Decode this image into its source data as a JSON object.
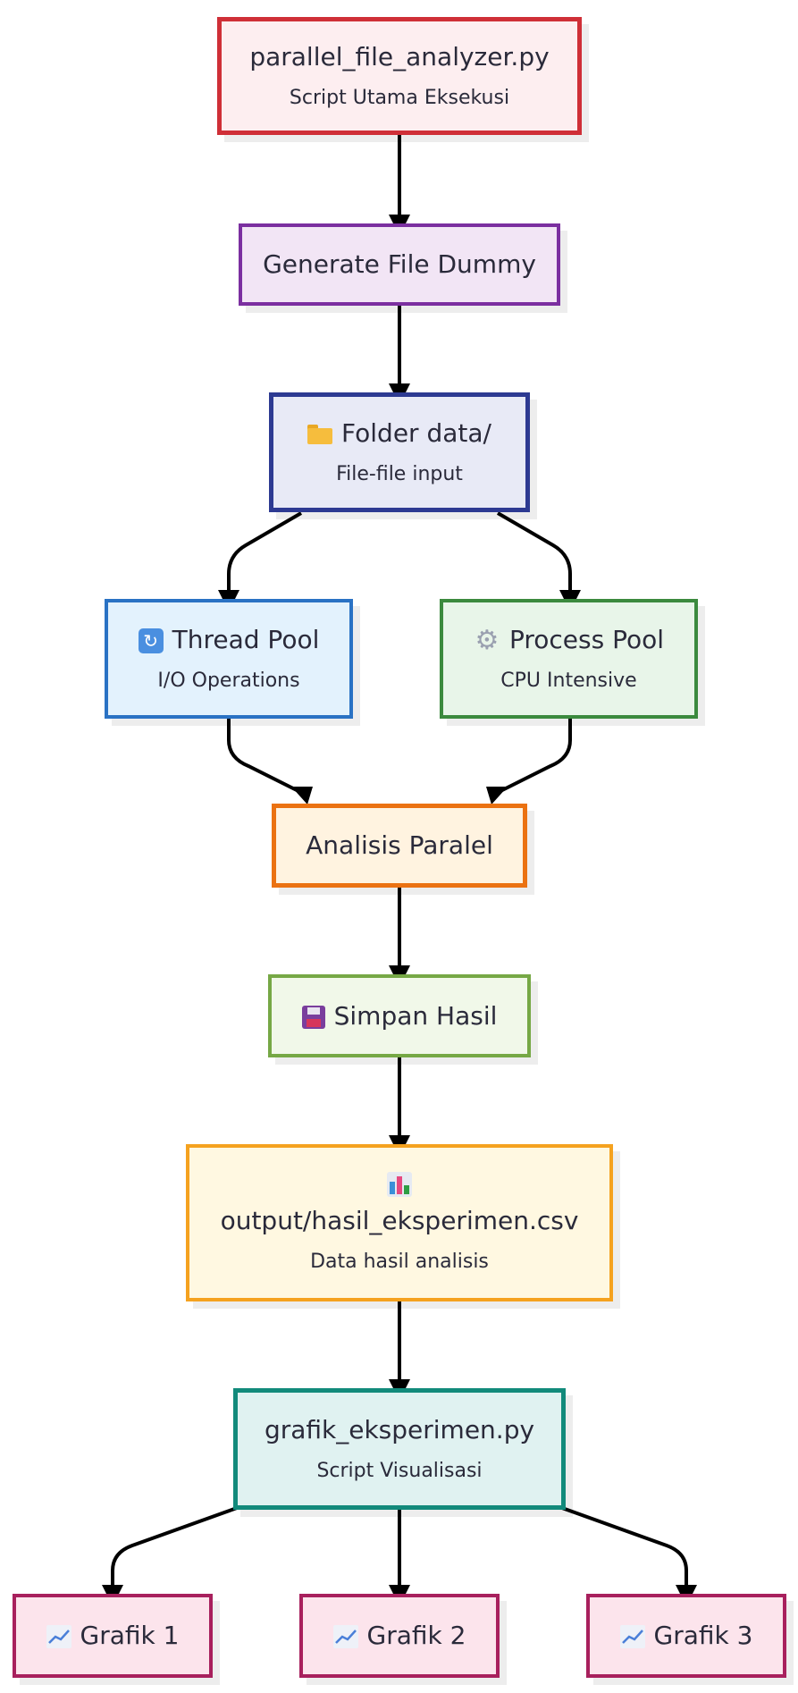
{
  "nodes": {
    "main_script": {
      "title": "parallel_file_analyzer.py",
      "sub": "Script Utama Eksekusi"
    },
    "generate": {
      "title": "Generate File Dummy"
    },
    "folder": {
      "title": "Folder data/",
      "sub": "File-file input",
      "icon": "folder-icon"
    },
    "thread_pool": {
      "title": "Thread Pool",
      "sub": "I/O Operations",
      "icon": "refresh-icon"
    },
    "process_pool": {
      "title": "Process Pool",
      "sub": "CPU Intensive",
      "icon": "gear-icon"
    },
    "analisis": {
      "title": "Analisis Paralel"
    },
    "simpan": {
      "title": "Simpan Hasil",
      "icon": "floppy-disk-icon"
    },
    "output_csv": {
      "title": "output/hasil_eksperimen.csv",
      "sub": "Data hasil analisis",
      "icon": "bar-chart-icon"
    },
    "grafik_script": {
      "title": "grafik_eksperimen.py",
      "sub": "Script Visualisasi"
    },
    "grafik1": {
      "title": "Grafik 1",
      "icon": "line-chart-icon"
    },
    "grafik2": {
      "title": "Grafik 2",
      "icon": "line-chart-icon"
    },
    "grafik3": {
      "title": "Grafik 3",
      "icon": "line-chart-icon"
    }
  },
  "edges": [
    {
      "from": "main_script",
      "to": "generate"
    },
    {
      "from": "generate",
      "to": "folder"
    },
    {
      "from": "folder",
      "to": "thread_pool"
    },
    {
      "from": "folder",
      "to": "process_pool"
    },
    {
      "from": "thread_pool",
      "to": "analisis"
    },
    {
      "from": "process_pool",
      "to": "analisis"
    },
    {
      "from": "analisis",
      "to": "simpan"
    },
    {
      "from": "simpan",
      "to": "output_csv"
    },
    {
      "from": "output_csv",
      "to": "grafik_script"
    },
    {
      "from": "grafik_script",
      "to": "grafik1"
    },
    {
      "from": "grafik_script",
      "to": "grafik2"
    },
    {
      "from": "grafik_script",
      "to": "grafik3"
    }
  ],
  "colors": {
    "main_script": {
      "border": "#cf2f37",
      "fill": "#fdeef0"
    },
    "generate": {
      "border": "#7b2fa0",
      "fill": "#f2e5f5"
    },
    "folder": {
      "border": "#2d3a92",
      "fill": "#e8eaf6"
    },
    "thread_pool": {
      "border": "#2a72c4",
      "fill": "#e3f2fd"
    },
    "process_pool": {
      "border": "#3b8a3e",
      "fill": "#e8f5e9"
    },
    "analisis": {
      "border": "#eb7212",
      "fill": "#fff3e0"
    },
    "simpan": {
      "border": "#76a845",
      "fill": "#f1f8e9"
    },
    "output_csv": {
      "border": "#f5a21f",
      "fill": "#fff8e1"
    },
    "grafik_script": {
      "border": "#128a7b",
      "fill": "#e0f2f1"
    },
    "grafik": {
      "border": "#a8205d",
      "fill": "#fce4ec"
    },
    "edge": "#000000"
  }
}
